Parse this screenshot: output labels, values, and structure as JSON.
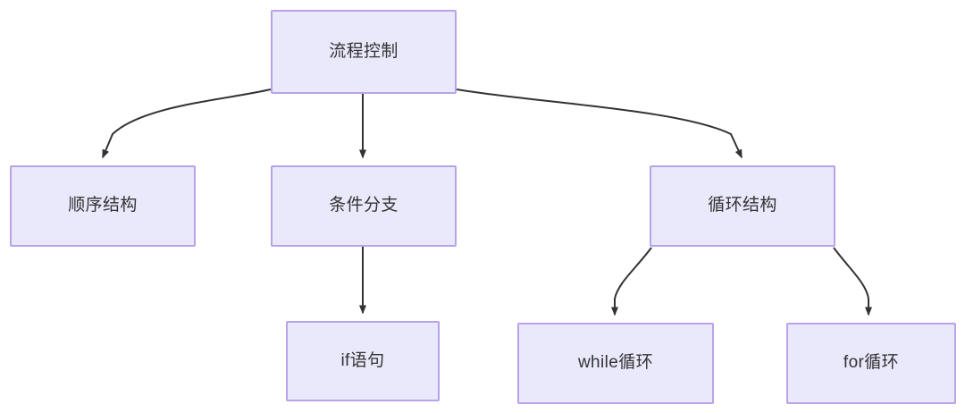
{
  "diagram": {
    "type": "flowchart",
    "direction": "top-down",
    "colors": {
      "node_fill": "#eae8fb",
      "node_border": "#b9a3e8",
      "node_text": "#333333",
      "edge_stroke": "#333333",
      "canvas_background": "#ffffff"
    },
    "nodes": [
      {
        "id": "root",
        "label": "流程控制",
        "level": 0
      },
      {
        "id": "sequence",
        "label": "顺序结构",
        "level": 1
      },
      {
        "id": "condition",
        "label": "条件分支",
        "level": 1
      },
      {
        "id": "loop",
        "label": "循环结构",
        "level": 1
      },
      {
        "id": "if",
        "label": "if语句",
        "level": 2
      },
      {
        "id": "while",
        "label": "while循环",
        "level": 2
      },
      {
        "id": "for",
        "label": "for循环",
        "level": 2
      }
    ],
    "edges": [
      {
        "from": "root",
        "to": "sequence",
        "style": "curved",
        "arrow": "end"
      },
      {
        "from": "root",
        "to": "condition",
        "style": "straight",
        "arrow": "end"
      },
      {
        "from": "root",
        "to": "loop",
        "style": "curved",
        "arrow": "end"
      },
      {
        "from": "condition",
        "to": "if",
        "style": "straight",
        "arrow": "end"
      },
      {
        "from": "loop",
        "to": "while",
        "style": "curved",
        "arrow": "end"
      },
      {
        "from": "loop",
        "to": "for",
        "style": "curved",
        "arrow": "end"
      }
    ]
  }
}
